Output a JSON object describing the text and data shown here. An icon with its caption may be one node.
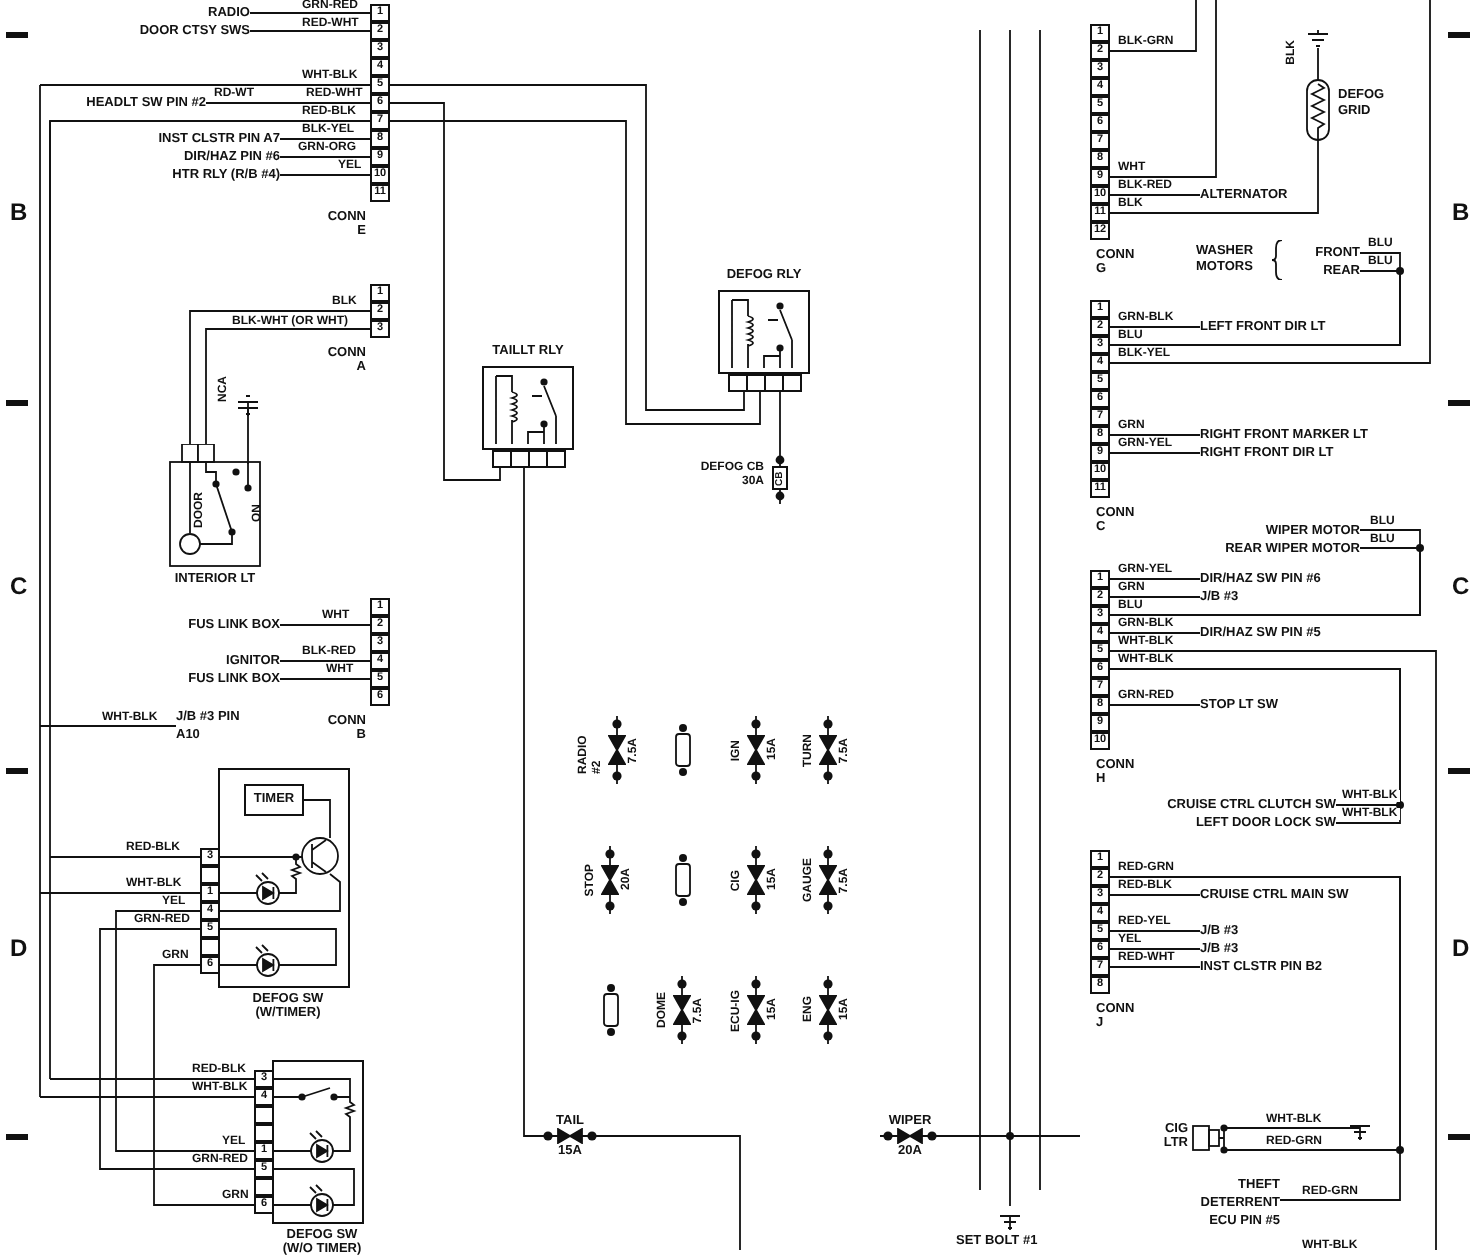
{
  "diagram": {
    "nodes": [
      {
        "text": [
          "RADIO"
        ]
      },
      {
        "text": [
          "DOOR CTSY SWS"
        ]
      },
      {
        "text": [
          "HEADLT SW PIN #2"
        ]
      },
      {
        "text": [
          "INST CLSTR PIN A7"
        ]
      },
      {
        "text": [
          "DIR/HAZ PIN #6"
        ]
      },
      {
        "text": [
          "HTR RLY (R/B #4)"
        ]
      },
      {
        "text": [
          "1",
          "2",
          "3",
          "4",
          "5",
          "6",
          "7",
          "8",
          "9",
          "10",
          "11",
          "CONN E"
        ]
      },
      {
        "text": [
          "1",
          "2",
          "3",
          "CONN A"
        ]
      },
      {
        "text": [
          "INTERIOR LT",
          "DOOR",
          "ON"
        ]
      },
      {
        "text": [
          "FUS LINK BOX"
        ]
      },
      {
        "text": [
          "IGNITOR"
        ]
      },
      {
        "text": [
          "FUS LINK BOX"
        ]
      },
      {
        "text": [
          "1",
          "2",
          "3",
          "4",
          "5",
          "6",
          "CONN B"
        ]
      },
      {
        "text": [
          "J/B #3 PIN A10"
        ]
      },
      {
        "text": [
          "DEFOG SW (W/TIMER)",
          "3",
          "1",
          "4",
          "5",
          "6"
        ]
      },
      {
        "text": [
          "TIMER"
        ],
        "in": 14
      },
      {
        "text": [
          "DEFOG SW (W/O TIMER)",
          "3",
          "4",
          "1",
          "5",
          "6"
        ]
      },
      {
        "text": [
          "DEFOG RLY"
        ]
      },
      {
        "text": [
          "TAILLT RLY"
        ]
      },
      {
        "text": [
          "DEFOG CB 30A",
          "CB"
        ]
      },
      {
        "text": [
          "RADIO #2",
          "7.5A"
        ]
      },
      {
        "text": [],
        "shape": "box"
      },
      {
        "text": [
          "IGN",
          "15A"
        ]
      },
      {
        "text": [
          "TURN",
          "7.5A"
        ]
      },
      {
        "text": [
          "STOP",
          "20A"
        ]
      },
      {
        "text": [],
        "shape": "box"
      },
      {
        "text": [
          "CIG",
          "15A"
        ]
      },
      {
        "text": [
          "GAUGE",
          "7.5A"
        ]
      },
      {
        "text": [],
        "shape": "box"
      },
      {
        "text": [
          "DOME",
          "7.5A"
        ]
      },
      {
        "text": [
          "ECU-IG",
          "15A"
        ]
      },
      {
        "text": [
          "ENG",
          "15A"
        ]
      },
      {
        "text": [
          "TAIL",
          "15A"
        ]
      },
      {
        "text": [
          "WIPER",
          "20A"
        ]
      },
      {
        "text": [
          "1",
          "2",
          "3",
          "4",
          "5",
          "6",
          "7",
          "8",
          "9",
          "10",
          "11",
          "12",
          "CONN G"
        ]
      },
      {
        "text": [
          "DEFOG GRID"
        ]
      },
      {
        "text": [
          "ALTERNATOR"
        ]
      },
      {
        "text": [
          "FRONT"
        ]
      },
      {
        "text": [
          "REAR"
        ]
      },
      {
        "text": [
          "1",
          "2",
          "3",
          "4",
          "5",
          "6",
          "7",
          "8",
          "9",
          "10",
          "11",
          "CONN C"
        ]
      },
      {
        "text": [
          "LEFT FRONT DIR LT"
        ]
      },
      {
        "text": [
          "RIGHT FRONT MARKER LT"
        ]
      },
      {
        "text": [
          "RIGHT FRONT DIR LT"
        ]
      },
      {
        "text": [
          "WIPER MOTOR"
        ]
      },
      {
        "text": [
          "REAR WIPER MOTOR"
        ]
      },
      {
        "text": [
          "1",
          "2",
          "3",
          "4",
          "5",
          "6",
          "7",
          "8",
          "9",
          "10",
          "CONN H"
        ]
      },
      {
        "text": [
          "DIR/HAZ SW PIN #6"
        ]
      },
      {
        "text": [
          "J/B #3"
        ]
      },
      {
        "text": [
          "DIR/HAZ SW PIN #5"
        ]
      },
      {
        "text": [
          "STOP LT SW"
        ]
      },
      {
        "text": [
          "CRUISE CTRL CLUTCH SW"
        ]
      },
      {
        "text": [
          "LEFT DOOR LOCK SW"
        ]
      },
      {
        "text": [
          "1",
          "2",
          "3",
          "4",
          "5",
          "6",
          "7",
          "8",
          "CONN J"
        ]
      },
      {
        "text": [
          "CRUISE CTRL MAIN SW"
        ]
      },
      {
        "text": [
          "J/B #3"
        ]
      },
      {
        "text": [
          "J/B #3"
        ]
      },
      {
        "text": [
          "INST CLSTR PIN B2"
        ]
      },
      {
        "text": [
          "CIG LTR"
        ]
      },
      {
        "text": [
          "THEFT DETERRENT ECU PIN #5"
        ]
      }
    ],
    "edges": [
      {
        "from": 0,
        "to": 6,
        "arrow": "none",
        "label": "GRN-RED"
      },
      {
        "from": 1,
        "to": 6,
        "arrow": "none",
        "label": "RED-WHT"
      },
      {
        "from": null,
        "to": 6,
        "arrow": "none",
        "label": "WHT-BLK"
      },
      {
        "from": 2,
        "to": 6,
        "arrow": "none",
        "label": "RD-WT"
      },
      {
        "from": null,
        "to": 6,
        "arrow": "none",
        "label": "RED-BLK"
      },
      {
        "from": 3,
        "to": 6,
        "arrow": "none",
        "label": "BLK-YEL"
      },
      {
        "from": 4,
        "to": 6,
        "arrow": "none",
        "label": "GRN-ORG"
      },
      {
        "from": 5,
        "to": 6,
        "arrow": "none",
        "label": "YEL"
      },
      {
        "from": 6,
        "to": 17,
        "arrow": "none"
      },
      {
        "from": 6,
        "to": 18,
        "arrow": "none"
      },
      {
        "from": 6,
        "to": 17,
        "arrow": "none"
      },
      {
        "from": 7,
        "to": 8,
        "arrow": "none",
        "label": "BLK"
      },
      {
        "from": 7,
        "to": 8,
        "arrow": "none",
        "label": "BLK-WHT (OR WHT)"
      },
      {
        "from": 9,
        "to": 12,
        "arrow": "none",
        "label": "WHT"
      },
      {
        "from": 10,
        "to": 12,
        "arrow": "none",
        "label": "BLK-RED"
      },
      {
        "from": 11,
        "to": 12,
        "arrow": "none",
        "label": "WHT"
      },
      {
        "from": 13,
        "to": null,
        "arrow": "none",
        "label": "WHT-BLK"
      },
      {
        "from": null,
        "to": 14,
        "arrow": "none",
        "label": "RED-BLK"
      },
      {
        "from": null,
        "to": 14,
        "arrow": "none",
        "label": "WHT-BLK"
      },
      {
        "from": 14,
        "to": 16,
        "arrow": "none",
        "label": "YEL"
      },
      {
        "from": 14,
        "to": 16,
        "arrow": "none",
        "label": "GRN-RED"
      },
      {
        "from": 14,
        "to": 16,
        "arrow": "none",
        "label": "GRN"
      },
      {
        "from": null,
        "to": 16,
        "arrow": "none",
        "label": "RED-BLK"
      },
      {
        "from": null,
        "to": 16,
        "arrow": "none",
        "label": "WHT-BLK"
      },
      {
        "from": 18,
        "to": 32,
        "arrow": "none"
      },
      {
        "from": 17,
        "to": 19,
        "arrow": "none"
      },
      {
        "from": 32,
        "to": null,
        "arrow": "none"
      },
      {
        "from": 33,
        "to": null,
        "arrow": "none"
      },
      {
        "from": 34,
        "to": null,
        "arrow": "none",
        "label": "BLK-GRN"
      },
      {
        "from": 34,
        "to": null,
        "arrow": "none",
        "label": "WHT"
      },
      {
        "from": 36,
        "to": 34,
        "arrow": "none",
        "label": "BLK-RED"
      },
      {
        "from": 34,
        "to": 35,
        "arrow": "none",
        "label": "BLK"
      },
      {
        "from": 37,
        "to": 39,
        "arrow": "none",
        "label": "BLU"
      },
      {
        "from": 38,
        "to": 39,
        "arrow": "none",
        "label": "BLU"
      },
      {
        "from": 39,
        "to": null,
        "arrow": "none",
        "label": "BLK-YEL"
      },
      {
        "from": 40,
        "to": 39,
        "arrow": "none",
        "label": "GRN-BLK"
      },
      {
        "from": 41,
        "to": 39,
        "arrow": "none",
        "label": "GRN"
      },
      {
        "from": 42,
        "to": 39,
        "arrow": "none",
        "label": "GRN-YEL"
      },
      {
        "from": 43,
        "to": 45,
        "arrow": "none",
        "label": "BLU"
      },
      {
        "from": 44,
        "to": 45,
        "arrow": "none",
        "label": "BLU"
      },
      {
        "from": 46,
        "to": 45,
        "arrow": "none",
        "label": "GRN-YEL"
      },
      {
        "from": 47,
        "to": 45,
        "arrow": "none",
        "label": "GRN"
      },
      {
        "from": 48,
        "to": 45,
        "arrow": "none",
        "label": "GRN-BLK"
      },
      {
        "from": 45,
        "to": null,
        "arrow": "none",
        "label": "WHT-BLK"
      },
      {
        "from": 49,
        "to": 45,
        "arrow": "none",
        "label": "GRN-RED"
      },
      {
        "from": 50,
        "to": 45,
        "arrow": "none",
        "label": "WHT-BLK"
      },
      {
        "from": 51,
        "to": 45,
        "arrow": "none",
        "label": "WHT-BLK"
      },
      {
        "from": 57,
        "to": 52,
        "arrow": "none",
        "label": "RED-GRN"
      },
      {
        "from": 58,
        "to": 52,
        "arrow": "none",
        "label": "RED-GRN"
      },
      {
        "from": 53,
        "to": 52,
        "arrow": "none",
        "label": "RED-BLK"
      },
      {
        "from": 54,
        "to": 52,
        "arrow": "none",
        "label": "RED-YEL"
      },
      {
        "from": 55,
        "to": 52,
        "arrow": "none",
        "label": "YEL"
      },
      {
        "from": 56,
        "to": 52,
        "arrow": "none",
        "label": "RED-WHT"
      },
      {
        "from": 57,
        "to": null,
        "arrow": "none",
        "label": "WHT-BLK"
      }
    ],
    "labels": [
      "BLK",
      "RED-WHT",
      "B",
      "B",
      "WASHER MOTORS",
      "BLU",
      "NCA",
      "C",
      "C",
      "BLU",
      "WHT-BLK",
      "RED-GRN",
      "D",
      "D",
      "YEL",
      "GRN-RED",
      "GRN",
      "SET BOLT #1",
      "WHT-BLK"
    ]
  }
}
